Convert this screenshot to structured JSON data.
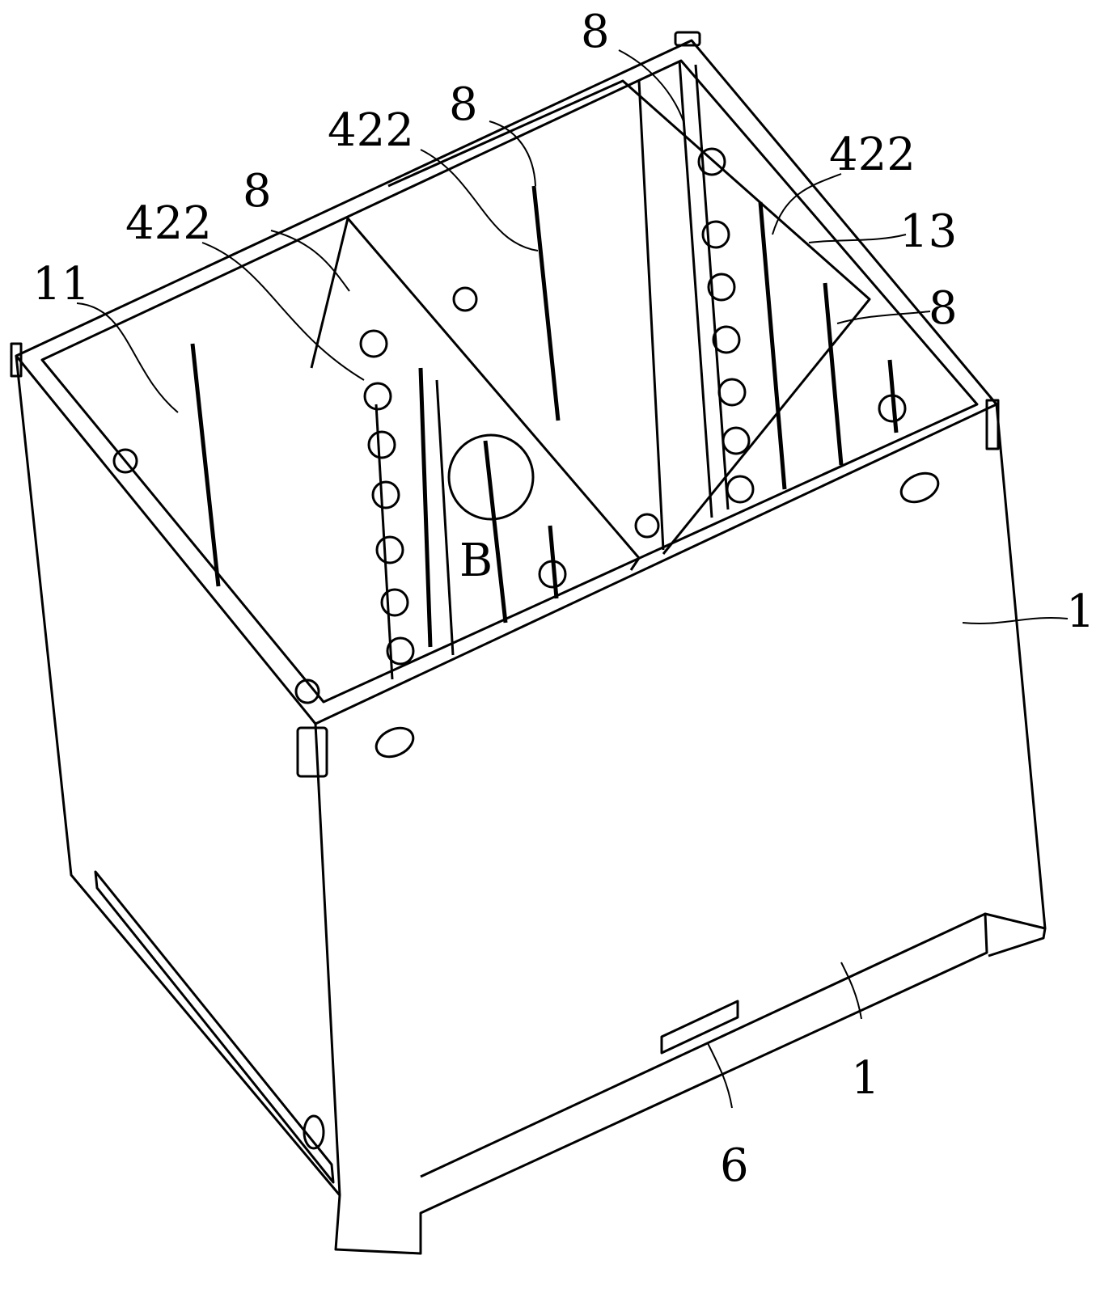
{
  "labels": {
    "top_8": "8",
    "mid_8": "8",
    "mid_422": "422",
    "right_422": "422",
    "right_13": "13",
    "right_8": "8",
    "left_8": "8",
    "left_422": "422",
    "left_11": "11",
    "detail_B": "B",
    "side_1": "1",
    "bottom_1": "1",
    "handle_6": "6"
  }
}
